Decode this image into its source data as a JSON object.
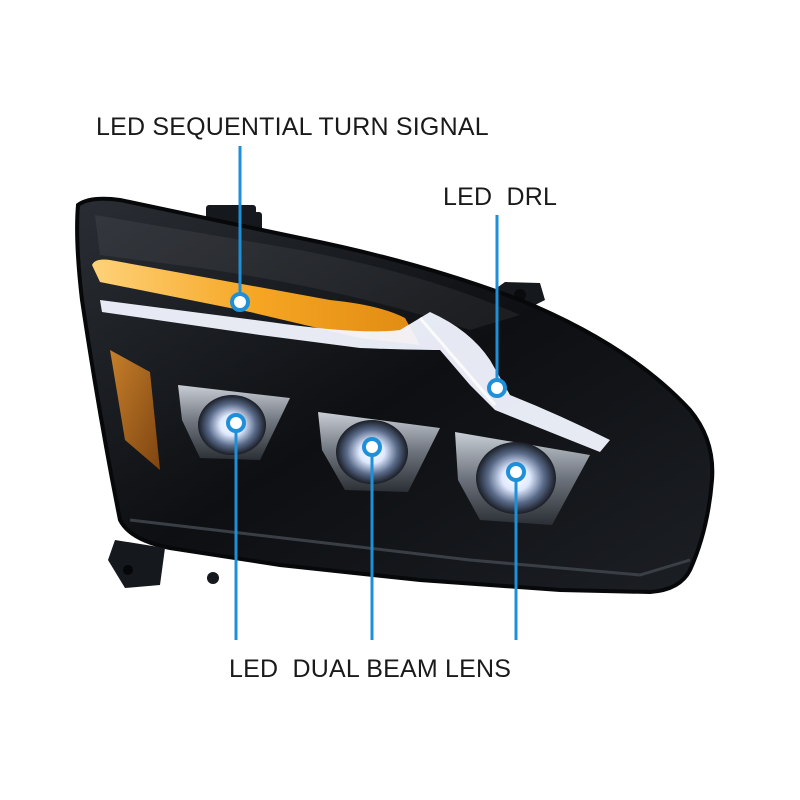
{
  "callouts": {
    "turn_signal": "LED SEQUENTIAL TURN SIGNAL",
    "drl": "LED  DRL",
    "dual_beam_lens": "LED  DUAL BEAM LENS"
  },
  "colors": {
    "callout_line": "#1f8fd8",
    "turn_signal_amber": "#f5a623",
    "housing": "#111418",
    "drl_white": "#f2f6ff"
  }
}
